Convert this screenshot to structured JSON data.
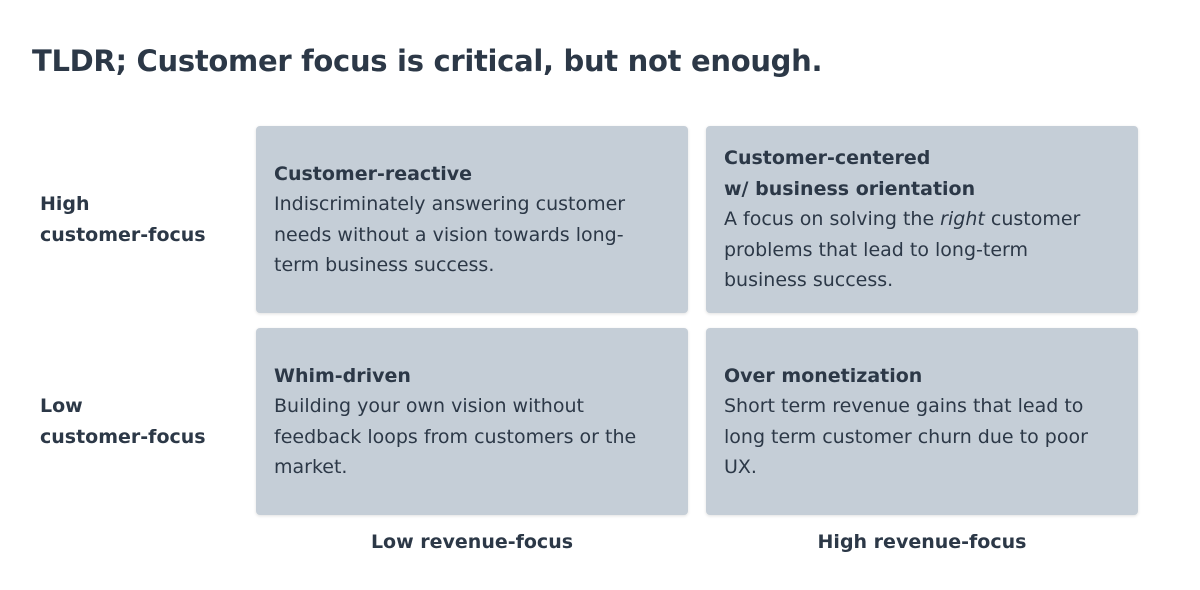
{
  "title": "TLDR; Customer focus is critical, but not enough.",
  "rows": {
    "high": {
      "line1": "High",
      "line2": "customer-focus"
    },
    "low": {
      "line1": "Low",
      "line2": "customer-focus"
    }
  },
  "columns": {
    "low": "Low revenue-focus",
    "high": "High revenue-focus"
  },
  "cells": {
    "customer_reactive": {
      "title": "Customer-reactive",
      "lines": [
        "Indiscriminately answering customer",
        "needs without a vision towards long-",
        "term business success."
      ]
    },
    "customer_centered": {
      "title_line1": "Customer-centered",
      "title_line2": "w/ business orientation",
      "desc_prefix": "A focus on solving the ",
      "desc_emphasis": "right",
      "desc_suffix": " customer",
      "lines": [
        "problems that lead to long-term",
        "business success."
      ]
    },
    "whim_driven": {
      "title": "Whim-driven",
      "lines": [
        "Building your own vision without",
        "feedback loops from customers or the",
        "market."
      ]
    },
    "over_monetization": {
      "title": "Over monetization",
      "lines": [
        "Short term revenue gains that lead to",
        "long term customer churn due to poor",
        "UX."
      ]
    }
  },
  "colors": {
    "cell_background": "#c5ced7",
    "text": "#2c3847"
  }
}
